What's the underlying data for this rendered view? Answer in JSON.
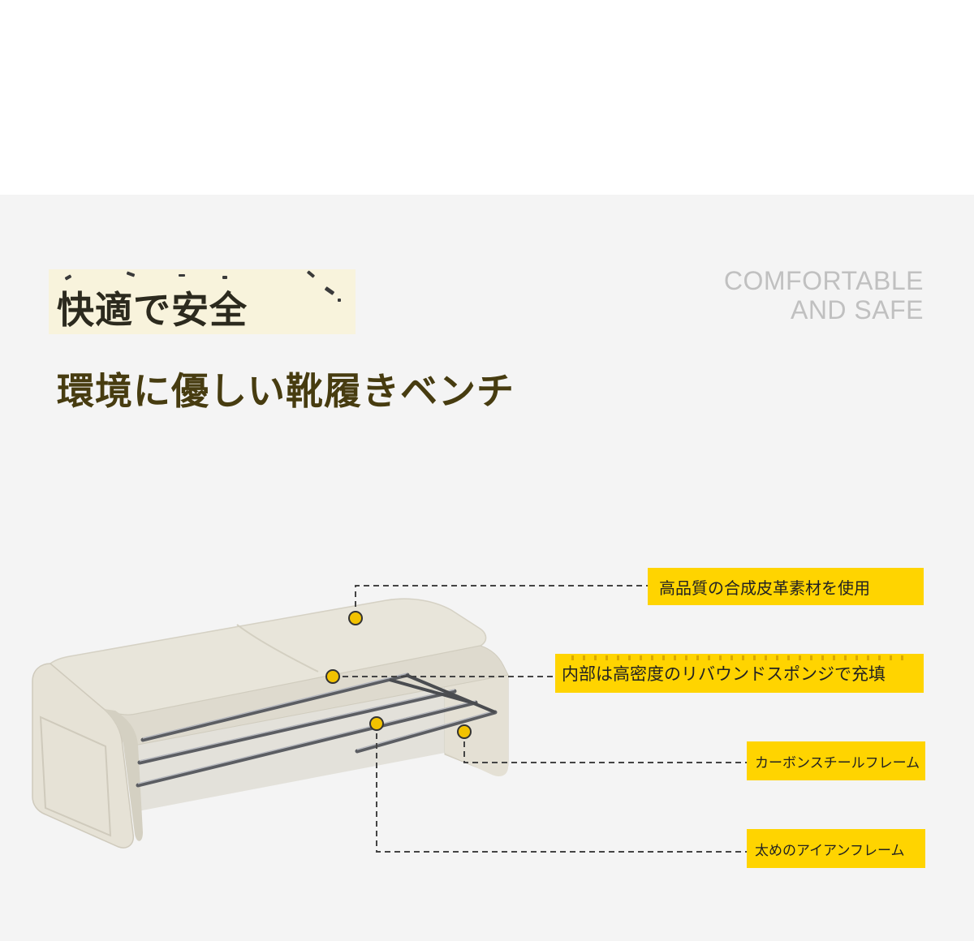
{
  "heading": {
    "main": "快適で安全",
    "sub": "環境に優しい靴履きベンチ",
    "english_line1": "COMFORTABLE",
    "english_line2": "AND SAFE"
  },
  "callouts": [
    {
      "label": "高品質の合成皮革素材を使用"
    },
    {
      "label": "内部は高密度のリバウンドスポンジで充填"
    },
    {
      "label": "カーボンスチールフレーム"
    },
    {
      "label": "太めのアイアンフレーム"
    }
  ],
  "colors": {
    "accent_yellow": "#ffd400",
    "marker_yellow": "#f2c200",
    "heading_dark": "#2c2a1e",
    "heading_brown": "#473c10",
    "english_gray": "#c0c0c0",
    "bench_leather": "#e6e3d8",
    "panel_bg": "#f4f4f4"
  }
}
